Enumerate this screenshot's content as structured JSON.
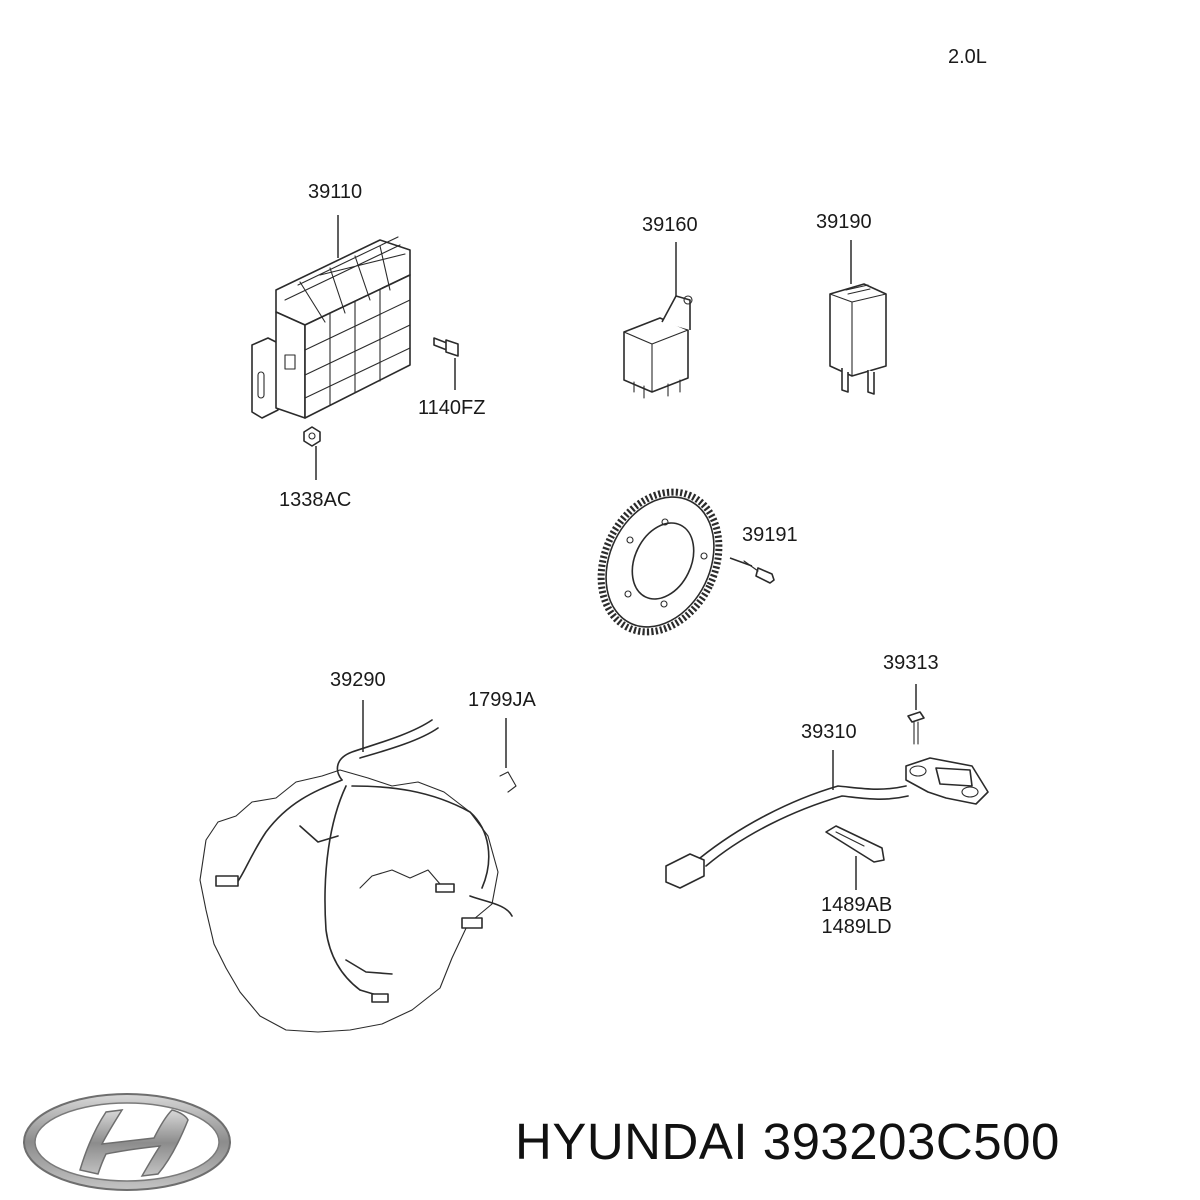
{
  "engine_variant": "2.0L",
  "parts": {
    "ecu": "39110",
    "relay": "39160",
    "fuse_relay": "39190",
    "ecu_bolt": "1140FZ",
    "ecu_nut": "1338AC",
    "target_wheel": "39191",
    "wiring_harness": "39290",
    "harness_clip": "1799JA",
    "crank_sensor_bolt": "39313",
    "crank_sensor": "39310",
    "sensor_bracket_a": "1489AB",
    "sensor_bracket_b": "1489LD"
  },
  "brand": {
    "logo": "hyundai-logo",
    "name": "HYUNDAI",
    "part_number": "393203C500"
  },
  "colors": {
    "line": "#2b2b2b",
    "logo_metal": "#9a9a9a",
    "text": "#111111"
  }
}
